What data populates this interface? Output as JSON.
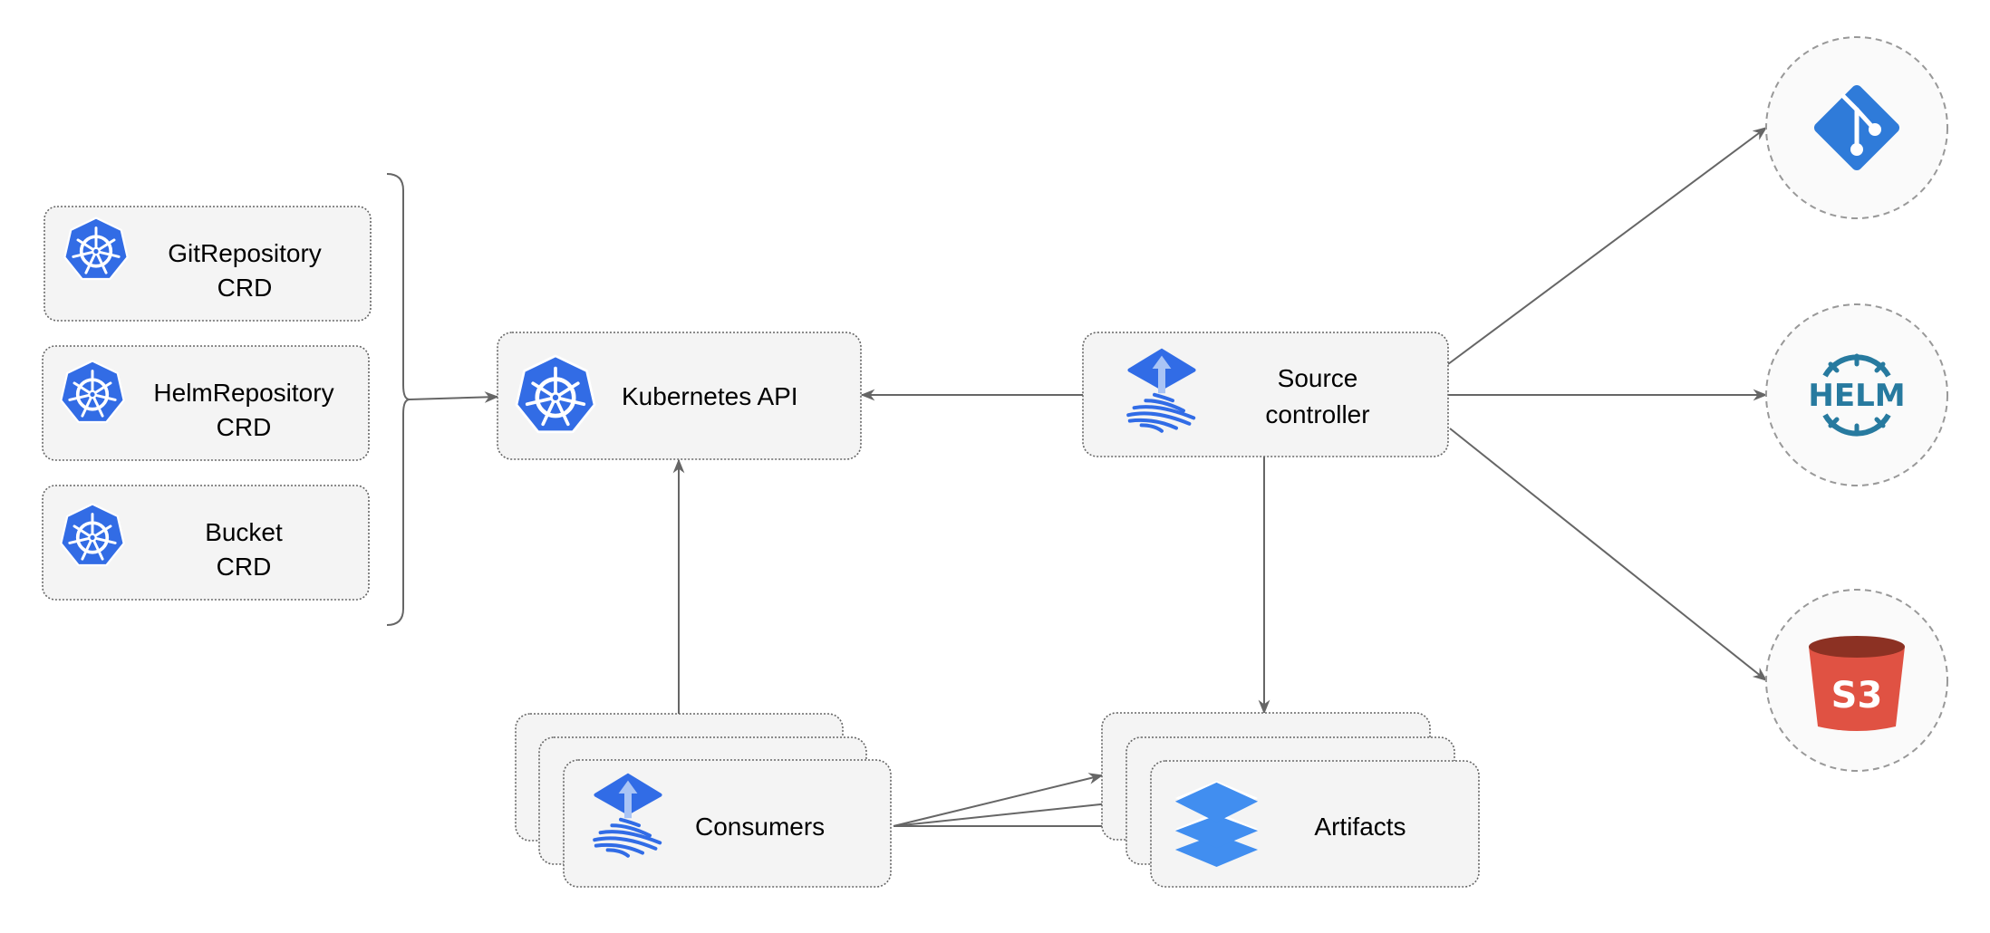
{
  "crds": [
    {
      "line1": "GitRepository",
      "line2": "CRD",
      "icon": "kubernetes-icon"
    },
    {
      "line1": "HelmRepository",
      "line2": "CRD",
      "icon": "kubernetes-icon"
    },
    {
      "line1": "Bucket",
      "line2": "CRD",
      "icon": "kubernetes-icon"
    }
  ],
  "kubernetes_api": {
    "label": "Kubernetes API",
    "icon": "kubernetes-icon"
  },
  "source_controller": {
    "line1": "Source",
    "line2": "controller",
    "icon": "flux-icon"
  },
  "consumers": {
    "label": "Consumers",
    "icon": "flux-icon"
  },
  "artifacts": {
    "label": "Artifacts",
    "icon": "layers-icon"
  },
  "sources": [
    {
      "icon": "git-icon"
    },
    {
      "icon": "helm-icon",
      "text": "HELM"
    },
    {
      "icon": "s3-icon",
      "text": "S3"
    }
  ],
  "colors": {
    "kubernetes": "#326ce5",
    "flux": "#316ce6",
    "helm": "#277a9f",
    "s3": "#e05243",
    "git": "#2f7bd9",
    "edge": "#666666"
  }
}
